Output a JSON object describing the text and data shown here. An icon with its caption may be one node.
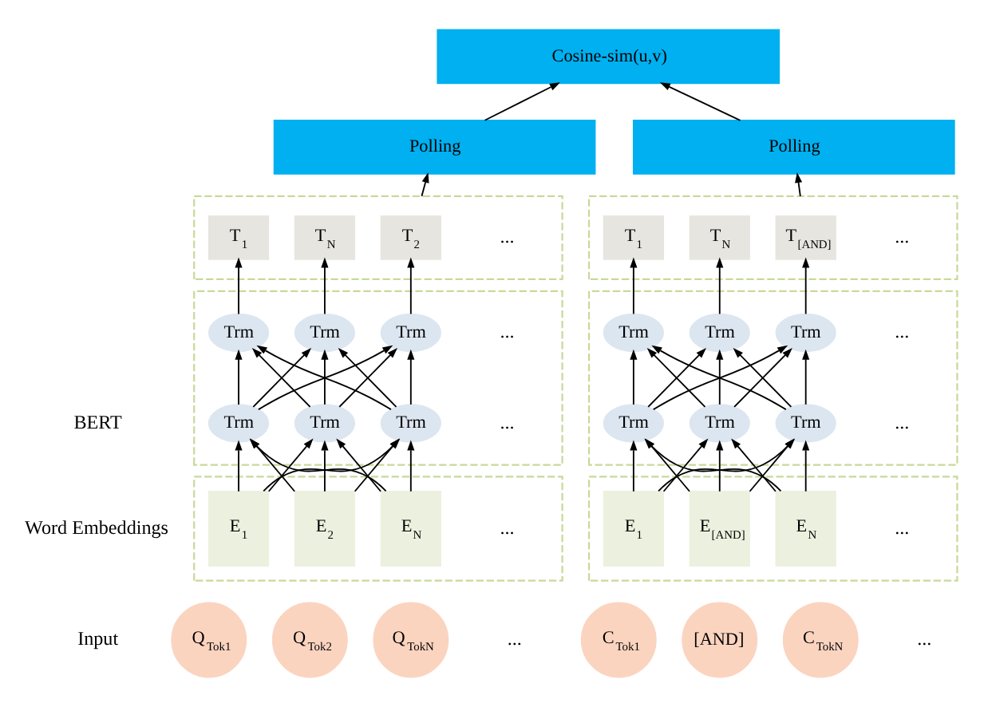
{
  "diagram": {
    "nodes": [
      {
        "text": [
          "Cosine-sim(u,v)"
        ]
      },
      {
        "text": [
          "Polling"
        ]
      },
      {
        "text": [
          "Polling"
        ]
      },
      {
        "text": [],
        "shape": "box"
      },
      {
        "text": [
          "T$_{1}$"
        ],
        "in": 3
      },
      {
        "text": [
          "T$_{2}$"
        ],
        "in": 3
      },
      {
        "text": [
          "T$_{N}$"
        ],
        "in": 3
      },
      {
        "text": [],
        "shape": "box"
      },
      {
        "text": [
          "Trm"
        ],
        "in": 7
      },
      {
        "text": [
          "Trm"
        ],
        "in": 7
      },
      {
        "text": [
          "Trm"
        ],
        "in": 7
      },
      {
        "text": [
          "Trm"
        ],
        "in": 7
      },
      {
        "text": [
          "Trm"
        ],
        "in": 7
      },
      {
        "text": [
          "Trm"
        ],
        "in": 7
      },
      {
        "text": [],
        "shape": "box"
      },
      {
        "text": [
          "E$_{1}$"
        ],
        "in": 14
      },
      {
        "text": [
          "E$_{2}$"
        ],
        "in": 14
      },
      {
        "text": [
          "E$_{N}$"
        ],
        "in": 14
      },
      {
        "text": [
          "Q$_{Tok1}$"
        ]
      },
      {
        "text": [
          "Q$_{Tok2}$"
        ]
      },
      {
        "text": [
          "Q$_{TokN}$"
        ]
      },
      {
        "text": [],
        "shape": "box"
      },
      {
        "text": [
          "T$_{1}$"
        ],
        "in": 21
      },
      {
        "text": [
          "T$_{[AND]}$"
        ],
        "in": 21
      },
      {
        "text": [
          "T$_{N}$"
        ],
        "in": 21
      },
      {
        "text": [],
        "shape": "box"
      },
      {
        "text": [
          "Trm"
        ],
        "in": 25
      },
      {
        "text": [
          "Trm"
        ],
        "in": 25
      },
      {
        "text": [
          "Trm"
        ],
        "in": 25
      },
      {
        "text": [
          "Trm"
        ],
        "in": 25
      },
      {
        "text": [
          "Trm"
        ],
        "in": 25
      },
      {
        "text": [
          "Trm"
        ],
        "in": 25
      },
      {
        "text": [],
        "shape": "box"
      },
      {
        "text": [
          "E$_{1}$"
        ],
        "in": 32
      },
      {
        "text": [
          "E$_{[AND]}$"
        ],
        "in": 32
      },
      {
        "text": [
          "E$_{N}$"
        ],
        "in": 32
      },
      {
        "text": [
          "C$_{Tok1}$"
        ]
      },
      {
        "text": [
          "[AND]"
        ]
      },
      {
        "text": [
          "C$_{TokN}$"
        ]
      }
    ],
    "edges": [
      {
        "from": 1,
        "to": 0,
        "arrow": "to"
      },
      {
        "from": 2,
        "to": 0,
        "arrow": "to"
      },
      {
        "from": 3,
        "to": 1,
        "arrow": "to"
      },
      {
        "from": 21,
        "to": 2,
        "arrow": "to"
      },
      {
        "from": 8,
        "to": 4,
        "arrow": "to"
      },
      {
        "from": 9,
        "to": 5,
        "arrow": "to"
      },
      {
        "from": 10,
        "to": 6,
        "arrow": "to"
      },
      {
        "from": 11,
        "to": 8,
        "arrow": "to"
      },
      {
        "from": 11,
        "to": 9,
        "arrow": "to"
      },
      {
        "from": 11,
        "to": 10,
        "arrow": "to"
      },
      {
        "from": 12,
        "to": 8,
        "arrow": "to"
      },
      {
        "from": 12,
        "to": 9,
        "arrow": "to"
      },
      {
        "from": 12,
        "to": 10,
        "arrow": "to"
      },
      {
        "from": 13,
        "to": 8,
        "arrow": "to"
      },
      {
        "from": 13,
        "to": 9,
        "arrow": "to"
      },
      {
        "from": 13,
        "to": 10,
        "arrow": "to"
      },
      {
        "from": 15,
        "to": 11,
        "arrow": "to"
      },
      {
        "from": 15,
        "to": 12,
        "arrow": "to"
      },
      {
        "from": 15,
        "to": 13,
        "arrow": "to"
      },
      {
        "from": 16,
        "to": 11,
        "arrow": "to"
      },
      {
        "from": 16,
        "to": 12,
        "arrow": "to"
      },
      {
        "from": 16,
        "to": 13,
        "arrow": "to"
      },
      {
        "from": 17,
        "to": 11,
        "arrow": "to"
      },
      {
        "from": 17,
        "to": 12,
        "arrow": "to"
      },
      {
        "from": 17,
        "to": 13,
        "arrow": "to"
      },
      {
        "from": 26,
        "to": 22,
        "arrow": "to"
      },
      {
        "from": 27,
        "to": 23,
        "arrow": "to"
      },
      {
        "from": 28,
        "to": 24,
        "arrow": "to"
      },
      {
        "from": 29,
        "to": 26,
        "arrow": "to"
      },
      {
        "from": 29,
        "to": 27,
        "arrow": "to"
      },
      {
        "from": 29,
        "to": 28,
        "arrow": "to"
      },
      {
        "from": 30,
        "to": 26,
        "arrow": "to"
      },
      {
        "from": 30,
        "to": 27,
        "arrow": "to"
      },
      {
        "from": 30,
        "to": 28,
        "arrow": "to"
      },
      {
        "from": 31,
        "to": 26,
        "arrow": "to"
      },
      {
        "from": 31,
        "to": 27,
        "arrow": "to"
      },
      {
        "from": 31,
        "to": 28,
        "arrow": "to"
      },
      {
        "from": 33,
        "to": 29,
        "arrow": "to"
      },
      {
        "from": 33,
        "to": 30,
        "arrow": "to"
      },
      {
        "from": 33,
        "to": 31,
        "arrow": "to"
      },
      {
        "from": 34,
        "to": 29,
        "arrow": "to"
      },
      {
        "from": 34,
        "to": 30,
        "arrow": "to"
      },
      {
        "from": 34,
        "to": 31,
        "arrow": "to"
      },
      {
        "from": 35,
        "to": 29,
        "arrow": "to"
      },
      {
        "from": 35,
        "to": 30,
        "arrow": "to"
      },
      {
        "from": 35,
        "to": 31,
        "arrow": "to"
      }
    ],
    "labels": [
      "...",
      "...",
      "...",
      "...",
      "BERT",
      "...",
      "...",
      "Word Embeddings",
      "...",
      "...",
      "...",
      "...",
      "Input"
    ]
  }
}
